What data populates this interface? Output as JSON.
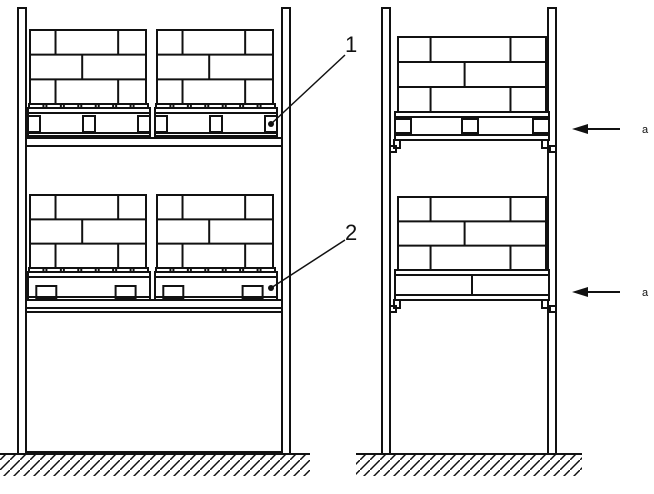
{
  "labels": {
    "callout_1": "1",
    "callout_2": "2",
    "arrow_upper": "a",
    "arrow_lower": "a"
  },
  "colors": {
    "ink": "#111111",
    "background": "#ffffff"
  }
}
